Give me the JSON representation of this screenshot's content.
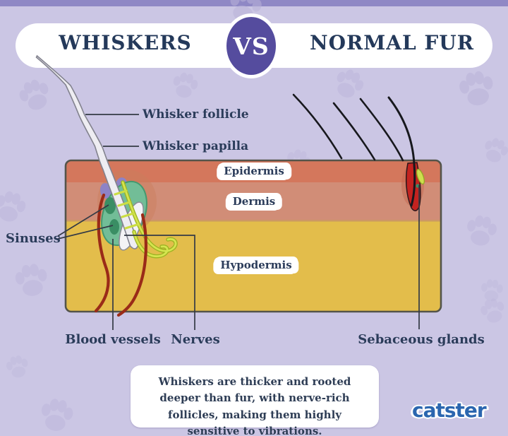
{
  "header": {
    "title_left": "WHISKERS",
    "badge": "VS",
    "title_right": "NORMAL FUR"
  },
  "labels": {
    "whisker_follicle": "Whisker follicle",
    "whisker_papilla": "Whisker papilla",
    "epidermis": "Epidermis",
    "dermis": "Dermis",
    "hypodermis": "Hypodermis",
    "sinuses": "Sinuses",
    "blood_vessels": "Blood vessels",
    "nerves": "Nerves",
    "sebaceous_glands": "Sebaceous glands"
  },
  "footer": {
    "note": "Whiskers are thicker and rooted deeper than fur, with nerve-rich follicles, making them highly sensitive to vibrations.",
    "brand": "catster"
  },
  "colors": {
    "background": "#cbc6e4",
    "top_strip": "#8f88c5",
    "banner_bg": "#ffffff",
    "title_text": "#24395a",
    "vs_badge": "#554c9e",
    "epidermis_fill": "#d4775c",
    "dermis_fill": "#d18d77",
    "hypodermis_fill": "#e3bd4b",
    "skin_outline": "#54544a",
    "whisker_fill": "#eeedf2",
    "sinus_capsule_teal": "#72bd97",
    "sinus_spot_green": "#3a8e64",
    "nerve_yellow": "#cbdd43",
    "blood_vessel_red": "#9a2b18",
    "fur_black": "#17181d",
    "fur_follicle_red": "#c32320",
    "brand_blue": "#2b66af"
  }
}
